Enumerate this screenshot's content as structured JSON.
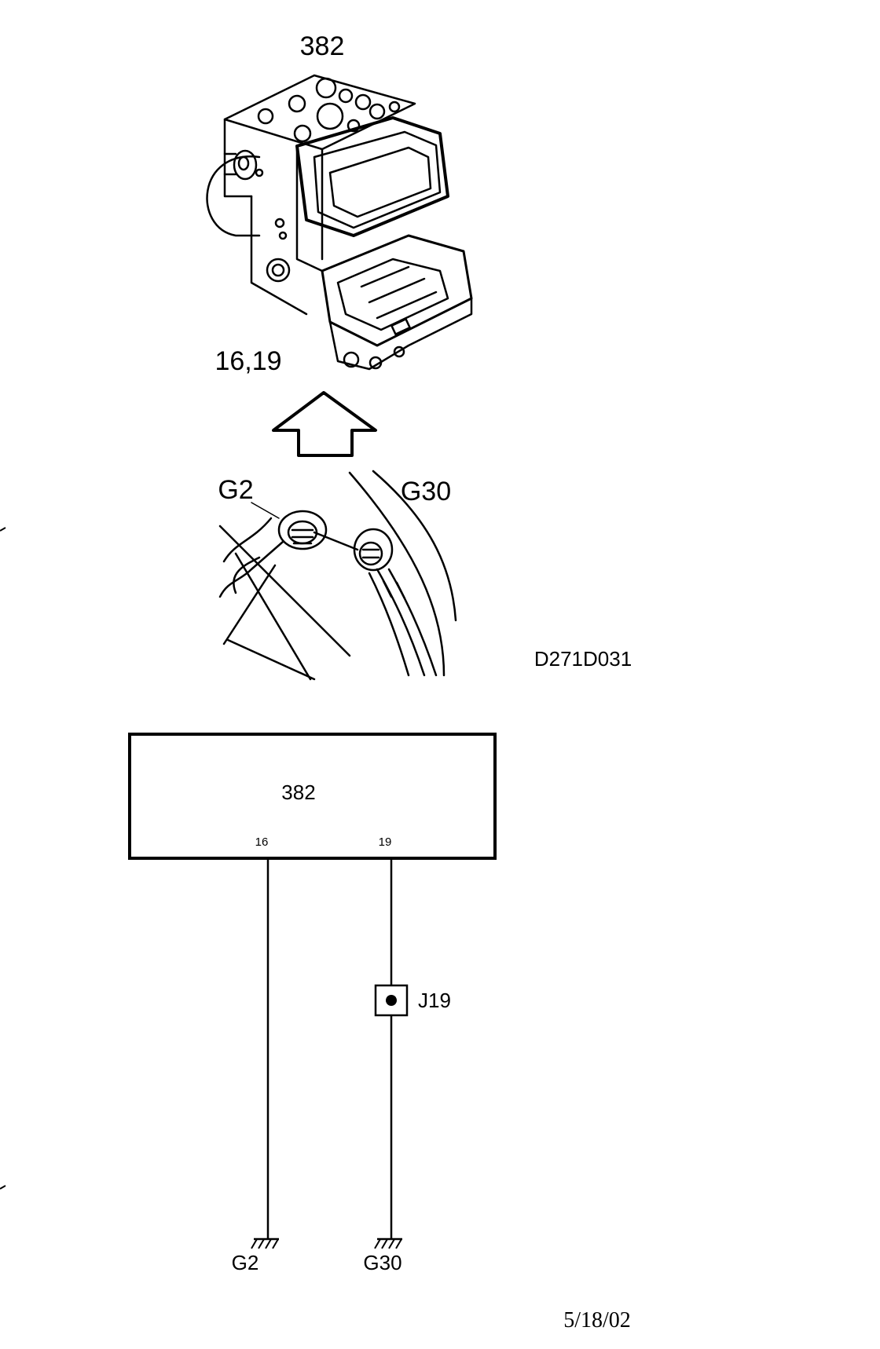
{
  "illustration": {
    "module_label": "382",
    "pins_label": "16,19",
    "ground_left_label": "G2",
    "ground_right_label": "G30",
    "figure_code": "D271D031"
  },
  "schematic": {
    "module_label": "382",
    "pin_left": "16",
    "pin_right": "19",
    "splice_label": "J19",
    "ground_left": "G2",
    "ground_right": "G30"
  },
  "footer": {
    "date": "5/18/02"
  }
}
